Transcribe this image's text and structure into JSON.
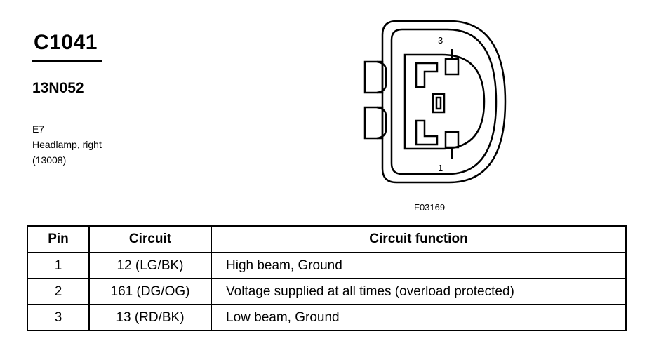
{
  "connector": {
    "id": "C1041",
    "part_number": "13N052",
    "location_code": "E7",
    "component": "Headlamp, right",
    "component_ref": "(13008)",
    "figure_id": "F03169",
    "pin_labels": {
      "top": "3",
      "bottom": "1"
    }
  },
  "table": {
    "headers": {
      "pin": "Pin",
      "circuit": "Circuit",
      "function": "Circuit function"
    },
    "rows": [
      {
        "pin": "1",
        "circuit": "12 (LG/BK)",
        "function": "High beam, Ground"
      },
      {
        "pin": "2",
        "circuit": "161 (DG/OG)",
        "function": "Voltage supplied at all times (overload protected)"
      },
      {
        "pin": "3",
        "circuit": "13 (RD/BK)",
        "function": "Low beam, Ground"
      }
    ]
  }
}
